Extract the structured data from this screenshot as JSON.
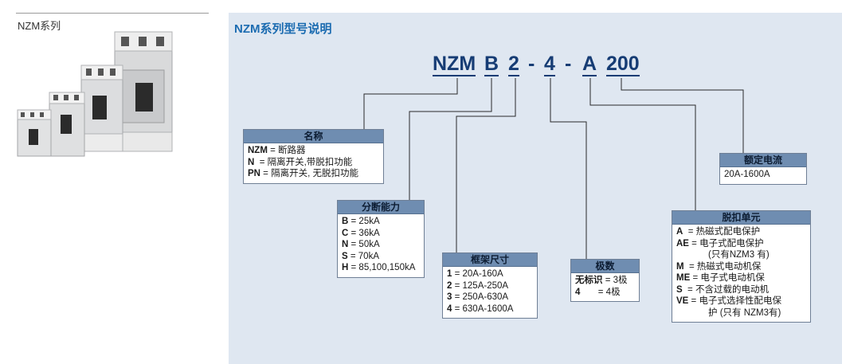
{
  "left": {
    "title": "NZM系列"
  },
  "header": {
    "title": "NZM系列型号说明"
  },
  "model_code": {
    "parts": [
      "NZM",
      "B",
      "2",
      "-",
      "4",
      "-",
      "A",
      "200"
    ]
  },
  "boxes": {
    "name": {
      "title": "名称",
      "rows": [
        {
          "key": "NZM",
          "text": " = 断路器"
        },
        {
          "key": "N",
          "text": "  = 隔离开关,带脱扣功能"
        },
        {
          "key": "PN",
          "text": " = 隔离开关, 无脱扣功能"
        }
      ]
    },
    "breaking": {
      "title": "分断能力",
      "rows": [
        {
          "key": "B",
          "text": " = 25kA"
        },
        {
          "key": "C",
          "text": " = 36kA"
        },
        {
          "key": "N",
          "text": " = 50kA"
        },
        {
          "key": "S",
          "text": " = 70kA"
        },
        {
          "key": "H",
          "text": " = 85,100,150kA"
        }
      ]
    },
    "frame": {
      "title": "框架尺寸",
      "rows": [
        {
          "key": "1",
          "text": " = 20A-160A"
        },
        {
          "key": "2",
          "text": " = 125A-250A"
        },
        {
          "key": "3",
          "text": " = 250A-630A"
        },
        {
          "key": "4",
          "text": " = 630A-1600A"
        }
      ]
    },
    "poles": {
      "title": "极数",
      "rows": [
        {
          "key": "无标识",
          "text": " = 3极"
        },
        {
          "key": "4",
          "text": "       = 4极"
        }
      ]
    },
    "release": {
      "title": "脱扣单元",
      "rows": [
        {
          "key": "A",
          "text": "  = 热磁式配电保护"
        },
        {
          "key": "AE",
          "text": " = 电子式配电保护"
        },
        {
          "key": "",
          "text": "(只有NZM3 有)"
        },
        {
          "key": "M",
          "text": "  = 热磁式电动机保"
        },
        {
          "key": "ME",
          "text": " = 电子式电动机保"
        },
        {
          "key": "S",
          "text": "  = 不含过载的电动机"
        },
        {
          "key": "VE",
          "text": " = 电子式选择性配电保"
        },
        {
          "key": "",
          "text": "护 (只有 NZM3有)"
        }
      ]
    },
    "rated": {
      "title": "额定电流",
      "rows": [
        {
          "key": "",
          "text": "20A-1600A"
        }
      ]
    }
  },
  "colors": {
    "title_blue": "#1c6cb1",
    "code_navy": "#163c74",
    "panel_bg": "#dfe7f1",
    "box_header": "#6f8db1"
  }
}
